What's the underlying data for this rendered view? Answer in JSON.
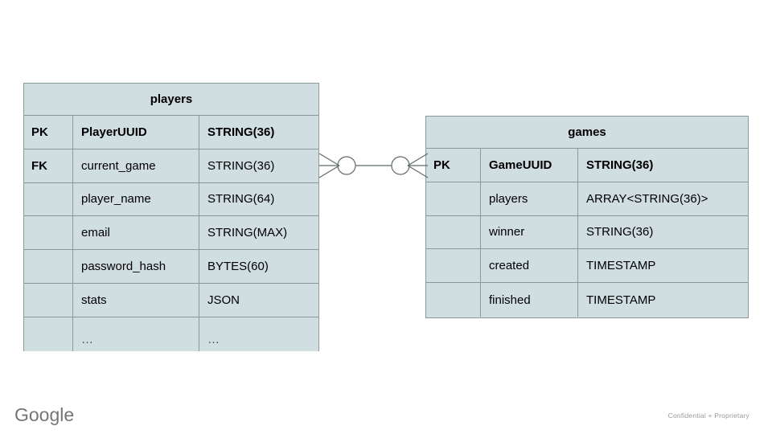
{
  "diagram": {
    "type": "entity-relationship-diagram",
    "background_color": "#ffffff",
    "entity_fill_color": "#d0dde1",
    "entity_border_color": "#8a9a9a",
    "text_color": "#000000"
  },
  "entities": [
    {
      "name": "players",
      "title": "players",
      "columns": [
        {
          "key": "PK",
          "field": "PlayerUUID",
          "type": "STRING(36)",
          "bold": true
        },
        {
          "key": "FK",
          "field": "current_game",
          "type": "STRING(36)",
          "bold": false
        },
        {
          "key": "",
          "field": "player_name",
          "type": "STRING(64)",
          "bold": false
        },
        {
          "key": "",
          "field": "email",
          "type": "STRING(MAX)",
          "bold": false
        },
        {
          "key": "",
          "field": "password_hash",
          "type": "BYTES(60)",
          "bold": false
        },
        {
          "key": "",
          "field": "stats",
          "type": "JSON",
          "bold": false
        },
        {
          "key": "",
          "field": "…",
          "type": "…",
          "bold": false
        }
      ]
    },
    {
      "name": "games",
      "title": "games",
      "columns": [
        {
          "key": "PK",
          "field": "GameUUID",
          "type": "STRING(36)",
          "bold": true
        },
        {
          "key": "",
          "field": "players",
          "type": "ARRAY<STRING(36)>",
          "bold": false
        },
        {
          "key": "",
          "field": "winner",
          "type": "STRING(36)",
          "bold": false
        },
        {
          "key": "",
          "field": "created",
          "type": "TIMESTAMP",
          "bold": false
        },
        {
          "key": "",
          "field": "finished",
          "type": "TIMESTAMP",
          "bold": false
        }
      ]
    }
  ],
  "relationship": {
    "icon_name": "crows-foot-zero-or-many-both-ends",
    "from_entity": "players",
    "from_field": "current_game",
    "to_entity": "games",
    "to_field": "GameUUID",
    "left_cardinality": "zero or many",
    "right_cardinality": "zero or many",
    "line_color": "#5f6b6b"
  },
  "footer": {
    "logo_text": "Google",
    "logo_color": "#757575",
    "note": "Confidential + Proprietary",
    "note_color": "#9a9a9a"
  }
}
